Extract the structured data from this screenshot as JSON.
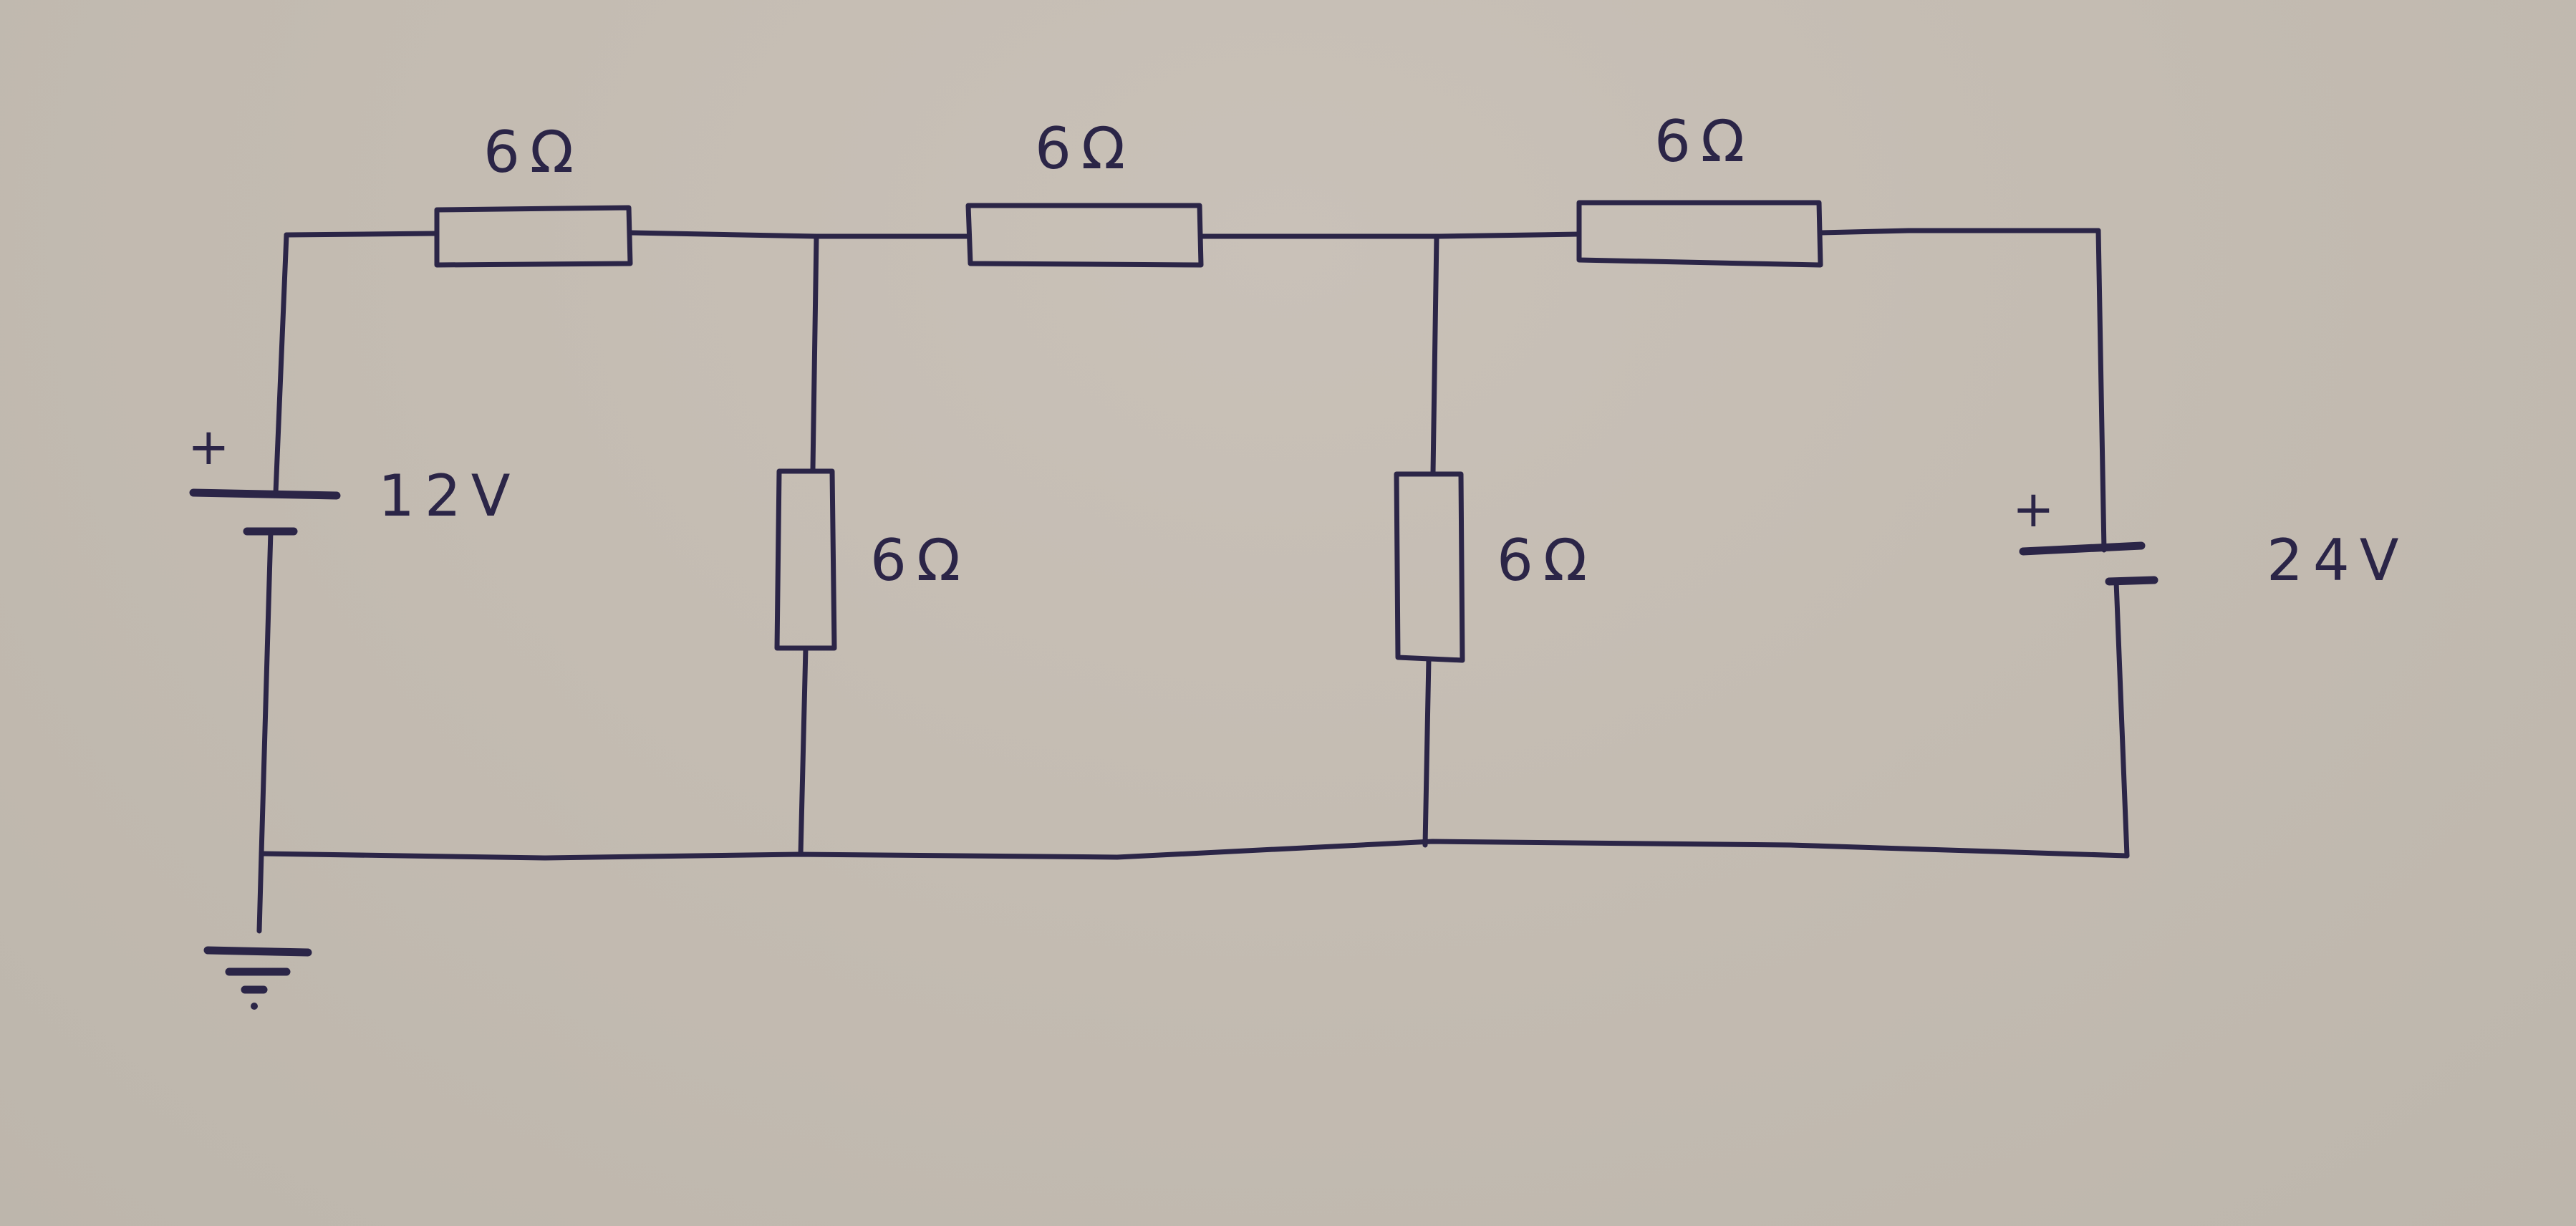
{
  "diagram": {
    "type": "electrical-circuit-schematic",
    "medium": "hand-drawn ink on paper",
    "colors": {
      "paper": "#c4bcb2",
      "ink": "#2b2547"
    },
    "sources": [
      {
        "id": "V1",
        "label": "12V",
        "value_volts": 12,
        "position": "left branch",
        "polarity_mark": "+",
        "long_plate": "top"
      },
      {
        "id": "V2",
        "label": "24V",
        "value_volts": 24,
        "position": "right branch",
        "polarity_mark": "+",
        "long_plate": "top"
      }
    ],
    "resistors": [
      {
        "id": "R1",
        "label": "6Ω",
        "value_ohms": 6,
        "orientation": "horizontal",
        "position": "top wire, left section"
      },
      {
        "id": "R2",
        "label": "6Ω",
        "value_ohms": 6,
        "orientation": "horizontal",
        "position": "top wire, middle section"
      },
      {
        "id": "R3",
        "label": "6Ω",
        "value_ohms": 6,
        "orientation": "horizontal",
        "position": "top wire, right section"
      },
      {
        "id": "R4",
        "label": "6Ω",
        "value_ohms": 6,
        "orientation": "vertical",
        "position": "shunt between node A and bottom rail"
      },
      {
        "id": "R5",
        "label": "6Ω",
        "value_ohms": 6,
        "orientation": "vertical",
        "position": "shunt between node B and bottom rail"
      }
    ],
    "ground": {
      "label": "",
      "symbol": "ground-icon",
      "position": "below bottom-left corner"
    },
    "plus_signs": [
      "+",
      "+"
    ]
  }
}
